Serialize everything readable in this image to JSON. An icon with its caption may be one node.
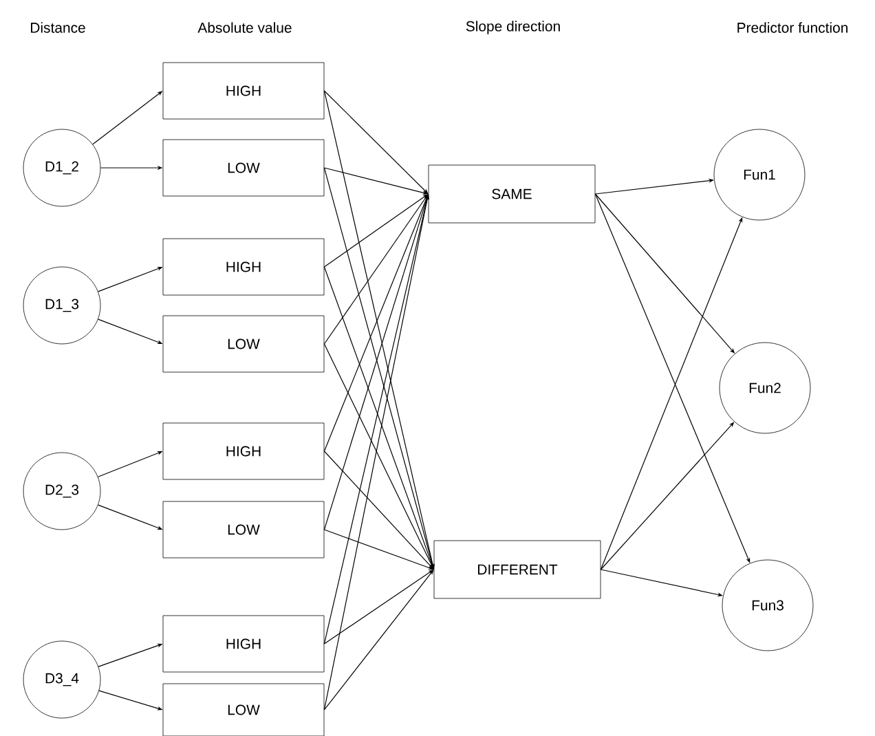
{
  "diagram": {
    "nodes": [
      {
        "text": [
          "D1_2"
        ]
      },
      {
        "text": [
          "D1_3"
        ]
      },
      {
        "text": [
          "D2_3"
        ]
      },
      {
        "text": [
          "D3_4"
        ]
      },
      {
        "text": [
          "HIGH"
        ]
      },
      {
        "text": [
          "LOW"
        ]
      },
      {
        "text": [
          "HIGH"
        ]
      },
      {
        "text": [
          "LOW"
        ]
      },
      {
        "text": [
          "HIGH"
        ]
      },
      {
        "text": [
          "LOW"
        ]
      },
      {
        "text": [
          "HIGH"
        ]
      },
      {
        "text": [
          "LOW"
        ]
      },
      {
        "text": [
          "SAME"
        ]
      },
      {
        "text": [
          "DIFFERENT"
        ]
      },
      {
        "text": [
          "Fun1"
        ]
      },
      {
        "text": [
          "Fun2"
        ]
      },
      {
        "text": [
          "Fun3"
        ]
      }
    ],
    "edges": [
      {
        "from": 0,
        "to": 4,
        "arrow": "to"
      },
      {
        "from": 0,
        "to": 5,
        "arrow": "to"
      },
      {
        "from": 1,
        "to": 6,
        "arrow": "to"
      },
      {
        "from": 1,
        "to": 7,
        "arrow": "to"
      },
      {
        "from": 2,
        "to": 8,
        "arrow": "to"
      },
      {
        "from": 2,
        "to": 9,
        "arrow": "to"
      },
      {
        "from": 3,
        "to": 10,
        "arrow": "to"
      },
      {
        "from": 3,
        "to": 11,
        "arrow": "to"
      },
      {
        "from": 4,
        "to": 12,
        "arrow": "to"
      },
      {
        "from": 4,
        "to": 13,
        "arrow": "to"
      },
      {
        "from": 5,
        "to": 12,
        "arrow": "to"
      },
      {
        "from": 5,
        "to": 13,
        "arrow": "to"
      },
      {
        "from": 6,
        "to": 12,
        "arrow": "to"
      },
      {
        "from": 6,
        "to": 13,
        "arrow": "to"
      },
      {
        "from": 7,
        "to": 12,
        "arrow": "to"
      },
      {
        "from": 7,
        "to": 13,
        "arrow": "to"
      },
      {
        "from": 8,
        "to": 12,
        "arrow": "to"
      },
      {
        "from": 8,
        "to": 13,
        "arrow": "to"
      },
      {
        "from": 9,
        "to": 12,
        "arrow": "to"
      },
      {
        "from": 9,
        "to": 13,
        "arrow": "to"
      },
      {
        "from": 10,
        "to": 12,
        "arrow": "to"
      },
      {
        "from": 10,
        "to": 13,
        "arrow": "to"
      },
      {
        "from": 11,
        "to": 12,
        "arrow": "to"
      },
      {
        "from": 11,
        "to": 13,
        "arrow": "to"
      },
      {
        "from": 12,
        "to": 14,
        "arrow": "to"
      },
      {
        "from": 12,
        "to": 15,
        "arrow": "to"
      },
      {
        "from": 12,
        "to": 16,
        "arrow": "to"
      },
      {
        "from": 13,
        "to": 14,
        "arrow": "to"
      },
      {
        "from": 13,
        "to": 15,
        "arrow": "to"
      },
      {
        "from": 13,
        "to": 16,
        "arrow": "to"
      }
    ],
    "labels": [
      "Distance",
      "Absolute value",
      "Slope direction",
      "Predictor function"
    ]
  }
}
